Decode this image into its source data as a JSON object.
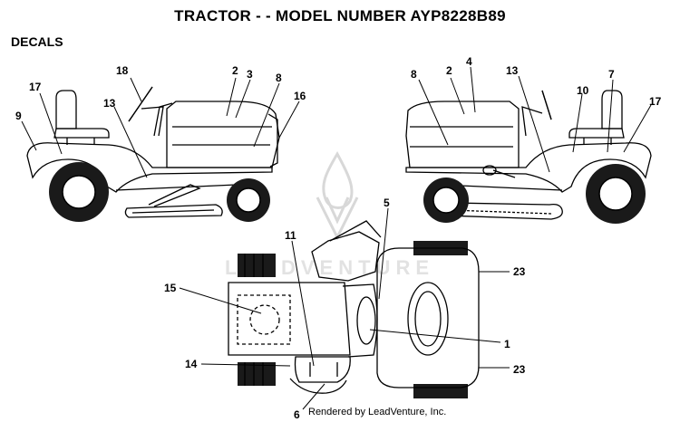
{
  "title": "TRACTOR - - MODEL NUMBER AYP8228B89",
  "section": "DECALS",
  "watermark": "LEADVENTURE",
  "credit": "Rendered by LeadVenture, Inc.",
  "callouts": {
    "left_18": "18",
    "left_17": "17",
    "left_9": "9",
    "left_13": "13",
    "left_2": "2",
    "left_3": "3",
    "left_8": "8",
    "left_16": "16",
    "right_8": "8",
    "right_2": "2",
    "right_4": "4",
    "right_13": "13",
    "right_10": "10",
    "right_7": "7",
    "right_17": "17",
    "top_5": "5",
    "top_11": "11",
    "top_15": "15",
    "top_23a": "23",
    "top_1": "1",
    "top_14": "14",
    "top_23b": "23",
    "top_6": "6"
  }
}
